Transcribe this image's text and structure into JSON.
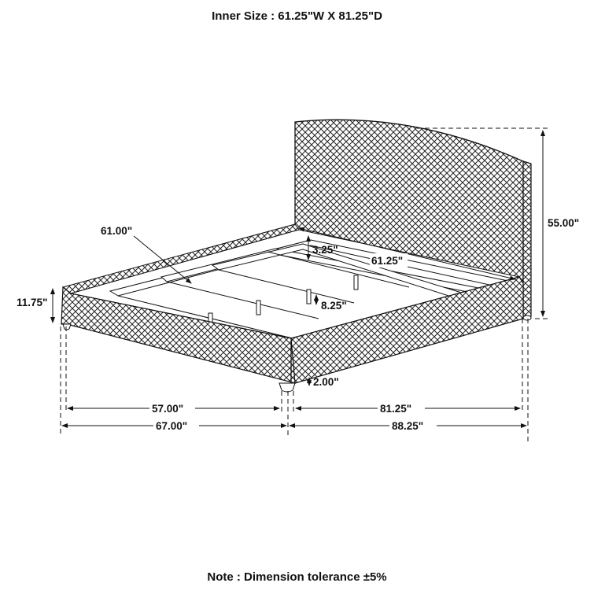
{
  "header": {
    "title": "Inner Size : 61.25\"W X 81.25\"D"
  },
  "footer": {
    "note": "Note : Dimension tolerance ±5%"
  },
  "diagram": {
    "subject": "Upholstered platform bed with curved headboard (herringbone fabric)",
    "dimensions": {
      "headboard_height": "55.00\"",
      "slat_length": "61.00\"",
      "inner_width": "61.25\"",
      "side_rail_height": "3.25\"",
      "support_leg_height": "8.25\"",
      "frame_height": "11.75\"",
      "leg_height": "2.00\"",
      "inner_width_bottom": "57.00\"",
      "overall_width": "67.00\"",
      "inner_length": "81.25\"",
      "overall_length": "88.25\""
    }
  }
}
